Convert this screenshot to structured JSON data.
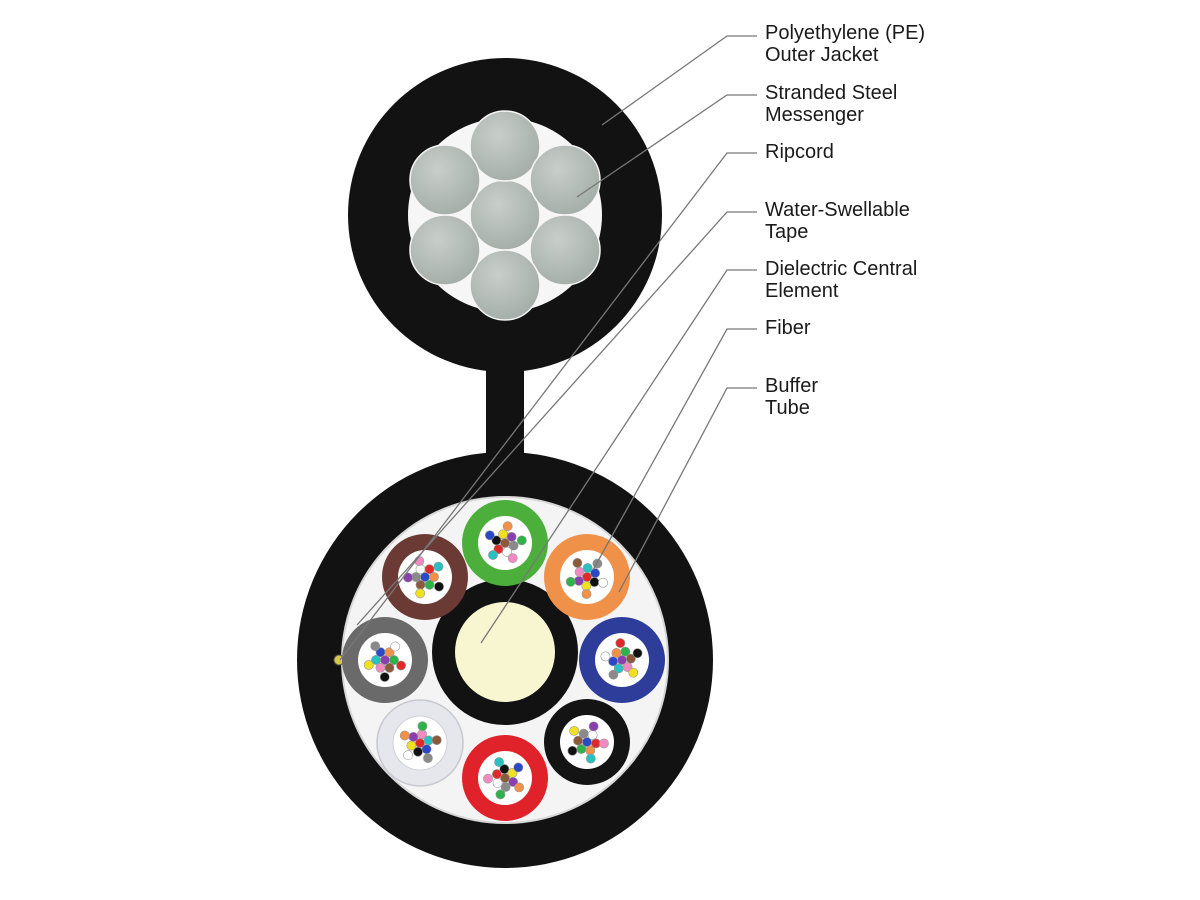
{
  "labels": [
    {
      "line1": "Polyethylene (PE)",
      "line2": "Outer Jacket"
    },
    {
      "line1": "Stranded Steel",
      "line2": "Messenger"
    },
    {
      "line1": "Ripcord",
      "line2": ""
    },
    {
      "line1": "Water-Swellable",
      "line2": "Tape"
    },
    {
      "line1": "Dielectric Central",
      "line2": "Element"
    },
    {
      "line1": "Fiber",
      "line2": ""
    },
    {
      "line1": "Buffer",
      "line2": "Tube"
    }
  ],
  "colors": {
    "jacket": "#121212",
    "steel_wire": "#a4aca8",
    "tape": "#f4f4f4",
    "central_element": "#f8f6d0",
    "leader_line": "#777777"
  },
  "buffer_tubes": [
    {
      "name": "brown-tube",
      "color": "#6b3a35"
    },
    {
      "name": "green-tube",
      "color": "#4caf3b"
    },
    {
      "name": "orange-tube",
      "color": "#f0914a"
    },
    {
      "name": "blue-tube",
      "color": "#2e3d9a"
    },
    {
      "name": "black-tube",
      "color": "#141414"
    },
    {
      "name": "red-tube",
      "color": "#e0222a"
    },
    {
      "name": "white-tube",
      "color": "#e6e7ec"
    },
    {
      "name": "gray-tube",
      "color": "#6a6a6a"
    }
  ],
  "fiber_colors": [
    "#2b48c8",
    "#f2904a",
    "#2fb24a",
    "#8b5a3c",
    "#8a8a8a",
    "#ffffff",
    "#e02a2a",
    "#111111",
    "#f0e020",
    "#8a3fb0",
    "#f08ac0",
    "#28c0c0"
  ]
}
